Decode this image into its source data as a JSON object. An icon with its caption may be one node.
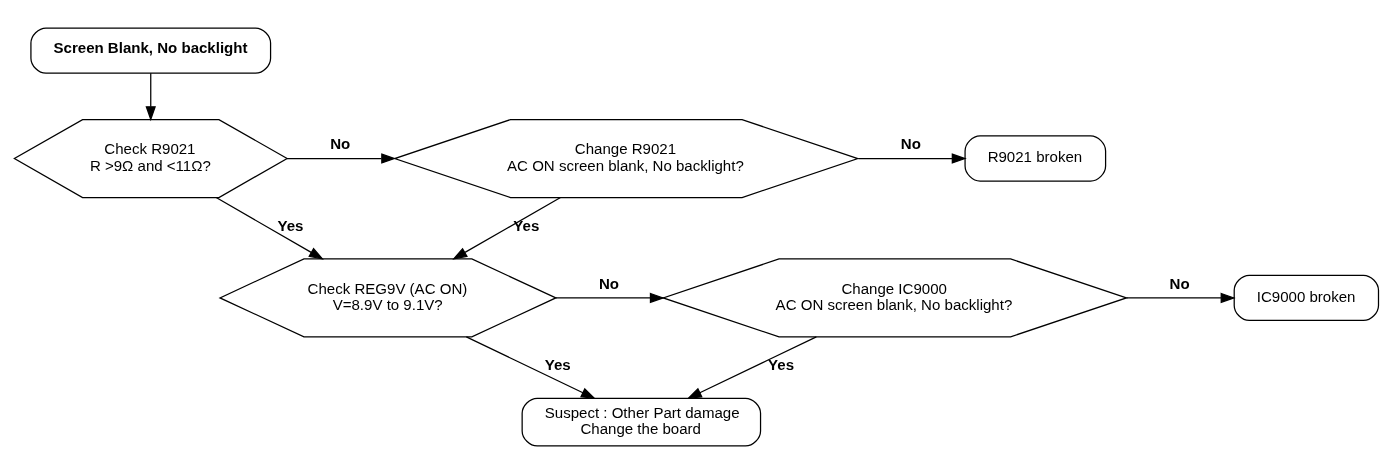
{
  "diagram": {
    "nodes": [
      {
        "text": [
          "Screen Blank, No backlight"
        ]
      },
      {
        "text": [
          "Check R9021",
          "R >9Ω and <11Ω?"
        ]
      },
      {
        "text": [
          "Change R9021",
          "AC ON screen blank, No backlight?"
        ]
      },
      {
        "text": [
          "R9021 broken"
        ]
      },
      {
        "text": [
          "Check REG9V (AC ON)",
          "V=8.9V to 9.1V?"
        ]
      },
      {
        "text": [
          "Change IC9000",
          "AC ON screen blank, No backlight?"
        ]
      },
      {
        "text": [
          "IC9000 broken"
        ]
      },
      {
        "text": [
          "Suspect : Other Part damage",
          "Change the board"
        ]
      }
    ],
    "edges": [
      {
        "from": 0,
        "to": 1,
        "arrow": "to"
      },
      {
        "from": 1,
        "to": 2,
        "arrow": "to",
        "label": "No"
      },
      {
        "from": 2,
        "to": 3,
        "arrow": "to",
        "label": "No"
      },
      {
        "from": 1,
        "to": 4,
        "arrow": "to",
        "label": "Yes"
      },
      {
        "from": 2,
        "to": 4,
        "arrow": "to",
        "label": "Yes"
      },
      {
        "from": 4,
        "to": 5,
        "arrow": "to",
        "label": "No"
      },
      {
        "from": 5,
        "to": 6,
        "arrow": "to",
        "label": "No"
      },
      {
        "from": 4,
        "to": 7,
        "arrow": "to",
        "label": "Yes"
      },
      {
        "from": 5,
        "to": 7,
        "arrow": "to",
        "label": "Yes"
      }
    ]
  }
}
